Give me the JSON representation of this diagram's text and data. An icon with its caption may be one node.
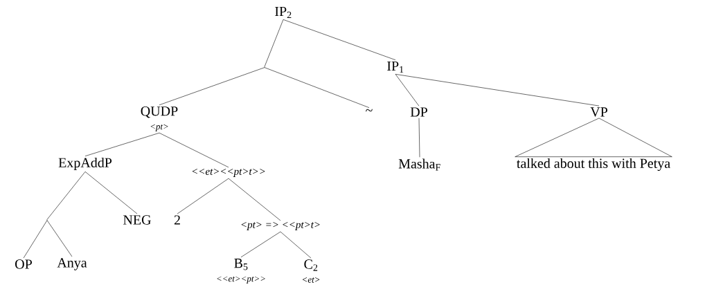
{
  "diagram": {
    "nodes": [
      {
        "text": [
          "IP$_{2}$"
        ]
      },
      {
        "text": [],
        "shape": "point"
      },
      {
        "text": [
          "IP$_{1}$"
        ]
      },
      {
        "text": [
          "QUDP"
        ],
        "beside": [
          "<pt>"
        ]
      },
      {
        "text": [
          "~"
        ]
      },
      {
        "text": [
          "DP"
        ]
      },
      {
        "text": [
          "VP"
        ]
      },
      {
        "text": [
          "ExpAddP"
        ]
      },
      {
        "text": [
          "<<et><<pt>t>>"
        ]
      },
      {
        "text": [
          "Masha$_{F}$"
        ]
      },
      {
        "text": [
          "talked about this with Petya"
        ]
      },
      {
        "text": [],
        "shape": "point"
      },
      {
        "text": [
          "NEG"
        ]
      },
      {
        "text": [
          "2"
        ]
      },
      {
        "text": [
          "<pt> => <<pt>t>"
        ]
      },
      {
        "text": [
          "OP"
        ]
      },
      {
        "text": [
          "Anya"
        ]
      },
      {
        "text": [
          "B$_{5}$"
        ],
        "beside": [
          "<<et><pt>>"
        ]
      },
      {
        "text": [
          "C$_{2}$"
        ],
        "beside": [
          "<et>"
        ]
      }
    ],
    "edges": [
      {
        "from": 0,
        "to": 1,
        "arrow": "none"
      },
      {
        "from": 0,
        "to": 2,
        "arrow": "none"
      },
      {
        "from": 1,
        "to": 3,
        "arrow": "none"
      },
      {
        "from": 1,
        "to": 4,
        "arrow": "none"
      },
      {
        "from": 2,
        "to": 5,
        "arrow": "none"
      },
      {
        "from": 2,
        "to": 6,
        "arrow": "none"
      },
      {
        "from": 3,
        "to": 7,
        "arrow": "none"
      },
      {
        "from": 3,
        "to": 8,
        "arrow": "none"
      },
      {
        "from": 5,
        "to": 9,
        "arrow": "none"
      },
      {
        "from": 6,
        "to": 10,
        "arrow": "none"
      },
      {
        "from": 7,
        "to": 11,
        "arrow": "none"
      },
      {
        "from": 7,
        "to": 12,
        "arrow": "none"
      },
      {
        "from": 8,
        "to": 13,
        "arrow": "none"
      },
      {
        "from": 8,
        "to": 14,
        "arrow": "none"
      },
      {
        "from": 11,
        "to": 15,
        "arrow": "none"
      },
      {
        "from": 11,
        "to": 16,
        "arrow": "none"
      },
      {
        "from": 14,
        "to": 17,
        "arrow": "none"
      },
      {
        "from": 14,
        "to": 18,
        "arrow": "none"
      }
    ]
  }
}
